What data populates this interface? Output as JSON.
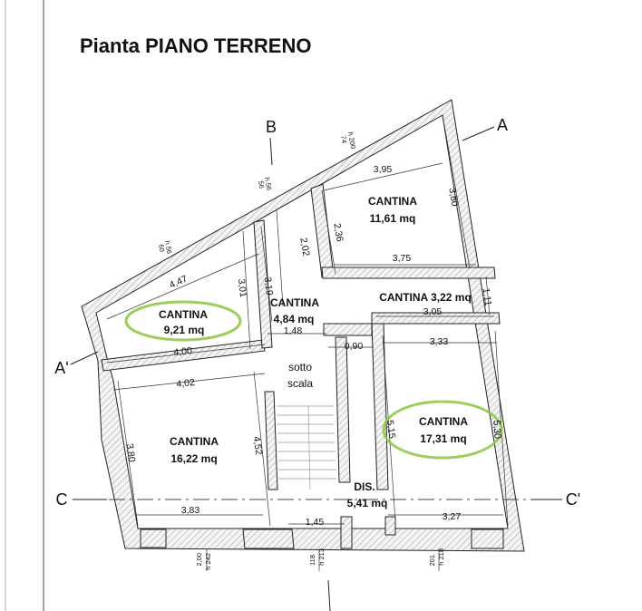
{
  "title": "Pianta PIANO TERRENO",
  "sections": {
    "a": "A",
    "a_prime": "A'",
    "b": "B",
    "c": "C",
    "c_prime": "C'"
  },
  "rooms": {
    "cantina_top_right": {
      "name": "CANTINA",
      "area": "11,61 mq"
    },
    "cantina_left": {
      "name": "CANTINA",
      "area": "9,21 mq"
    },
    "cantina_center": {
      "name": "CANTINA",
      "area": "4,84 mq"
    },
    "cantina_corridor": {
      "name": "CANTINA 3,22 mq"
    },
    "cantina_bottom_left": {
      "name": "CANTINA",
      "area": "16,22 mq"
    },
    "cantina_bottom_right": {
      "name": "CANTINA",
      "area": "17,31 mq"
    },
    "sotto_scala": {
      "line1": "sotto",
      "line2": "scala"
    },
    "dis": {
      "name": "DIS.",
      "area": "5,41 mq"
    }
  },
  "dimensions": {
    "d395": "3,95",
    "d380a": "3,80",
    "d236": "2,36",
    "d375": "3,75",
    "d202": "2,02",
    "d319": "3,19",
    "d301": "3,01",
    "d447": "4,47",
    "d111": "1,11",
    "d305": "3,05",
    "d148": "1,48",
    "d400": "4,00",
    "d090": "0,90",
    "d333": "3,33",
    "d402": "4,02",
    "d380b": "3,80",
    "d452": "4,52",
    "d515": "5,15",
    "d530": "5,30",
    "d383": "3,83",
    "d145": "1,45",
    "d327": "3,27"
  },
  "openings": {
    "h200": "h 200",
    "h200_sub": "74",
    "h56": "h 56",
    "h56_sub": "56",
    "h56b": "h 56",
    "h56b_sub": "60",
    "o242a": "2,00",
    "o242b": "h 242",
    "o213a": "118",
    "o213b": "h 213",
    "o218a": "201",
    "o218b": "h 218"
  },
  "highlight_color": "#8cc63f"
}
